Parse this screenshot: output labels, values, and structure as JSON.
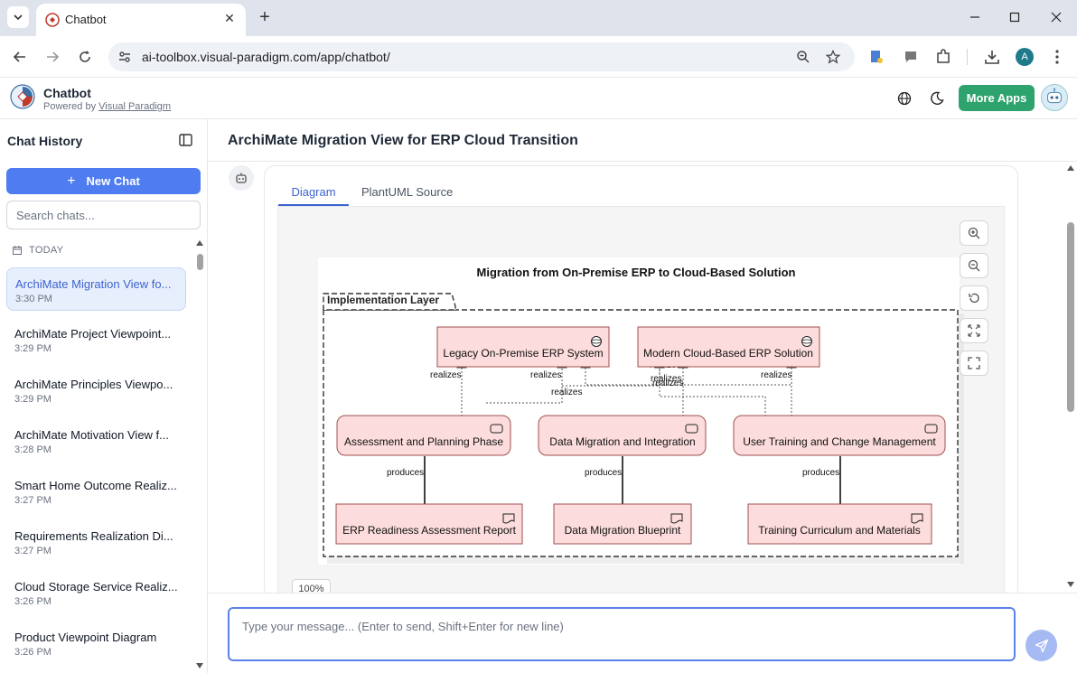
{
  "browser": {
    "tab_title": "Chatbot",
    "url": "ai-toolbox.visual-paradigm.com/app/chatbot/",
    "avatar_letter": "A"
  },
  "app": {
    "title": "Chatbot",
    "powered_prefix": "Powered by",
    "powered_link": "Visual Paradigm",
    "more_apps": "More Apps"
  },
  "sidebar": {
    "title": "Chat History",
    "new_chat": "New Chat",
    "search_placeholder": "Search chats...",
    "section": "TODAY",
    "items": [
      {
        "title": "ArchiMate Migration View fo...",
        "time": "3:30 PM"
      },
      {
        "title": "ArchiMate Project Viewpoint...",
        "time": "3:29 PM"
      },
      {
        "title": "ArchiMate Principles Viewpo...",
        "time": "3:29 PM"
      },
      {
        "title": "ArchiMate Motivation View f...",
        "time": "3:28 PM"
      },
      {
        "title": "Smart Home Outcome Realiz...",
        "time": "3:27 PM"
      },
      {
        "title": "Requirements Realization Di...",
        "time": "3:27 PM"
      },
      {
        "title": "Cloud Storage Service Realiz...",
        "time": "3:26 PM"
      },
      {
        "title": "Product Viewpoint Diagram",
        "time": "3:26 PM"
      }
    ]
  },
  "main": {
    "title": "ArchiMate Migration View for ERP Cloud Transition",
    "tabs": [
      "Diagram",
      "PlantUML Source"
    ],
    "zoom_level": "100%",
    "input_placeholder": "Type your message... (Enter to send, Shift+Enter for new line)"
  },
  "diagram": {
    "title": "Migration from On-Premise ERP to Cloud-Based Solution",
    "group": "Implementation Layer",
    "nodes": {
      "legacy": "Legacy On-Premise ERP System",
      "modern": "Modern Cloud-Based ERP Solution",
      "assessment": "Assessment and Planning Phase",
      "migration": "Data Migration and Integration",
      "training": "User Training and Change Management",
      "report": "ERP Readiness Assessment Report",
      "blueprint": "Data Migration Blueprint",
      "curriculum": "Training Curriculum and Materials"
    },
    "rel_realizes": "realizes",
    "rel_produces": "produces",
    "colors": {
      "node_fill": "#fcdcdc",
      "node_stroke": "#a05050",
      "accent": "#3b63d1",
      "button": "#2ea36e"
    }
  }
}
